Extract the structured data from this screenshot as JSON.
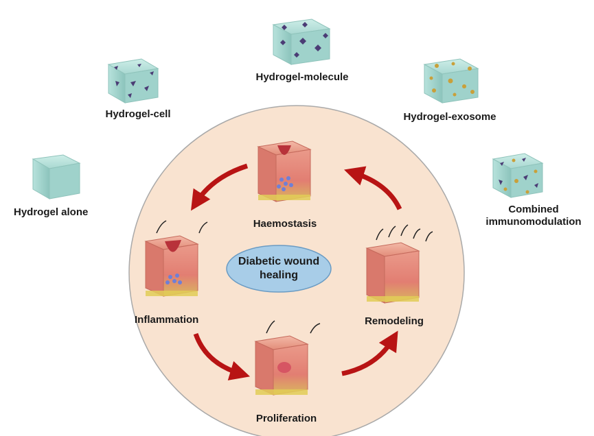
{
  "hydrogels": {
    "alone": "Hydrogel alone",
    "cell": "Hydrogel-cell",
    "molecule": "Hydrogel-molecule",
    "exosome": "Hydrogel-exosome",
    "combined_line1": "Combined",
    "combined_line2": "immunomodulation"
  },
  "center": {
    "line1": "Diabetic wound",
    "line2": "healing"
  },
  "stages": {
    "haemostasis": "Haemostasis",
    "inflammation": "Inflammation",
    "proliferation": "Proliferation",
    "remodeling": "Remodeling"
  },
  "colors": {
    "circle_fill": "#f9e3d0",
    "circle_stroke": "#a9a9a9",
    "ellipse_fill": "#a8cde8",
    "ellipse_stroke": "#6a9bc3",
    "arrow": "#b81414",
    "hydrogel": "#a9d8d1",
    "hydrogel_dark": "#7fbab2",
    "triangle": "#4b3c75",
    "dot": "#c9a03a"
  }
}
